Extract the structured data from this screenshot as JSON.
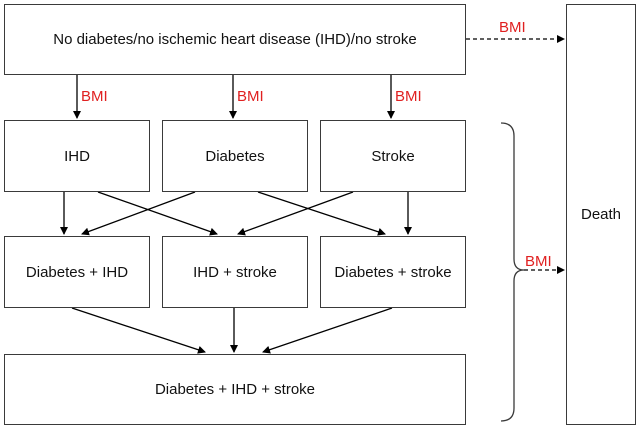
{
  "colors": {
    "border": "#3a3a3a",
    "arrow": "#000000",
    "bmi_label": "#e02020",
    "text": "#111111"
  },
  "nodes": {
    "baseline": "No diabetes/no ischemic heart disease (IHD)/no stroke",
    "ihd": "IHD",
    "diabetes": "Diabetes",
    "stroke": "Stroke",
    "diabetes_ihd": "Diabetes + IHD",
    "ihd_stroke": "IHD + stroke",
    "diabetes_stroke": "Diabetes + stroke",
    "all_three": "Diabetes + IHD + stroke",
    "death": "Death"
  },
  "edge_labels": {
    "bmi_death_top": "BMI",
    "bmi_ihd": "BMI",
    "bmi_diabetes": "BMI",
    "bmi_stroke": "BMI",
    "bmi_death_side": "BMI"
  }
}
